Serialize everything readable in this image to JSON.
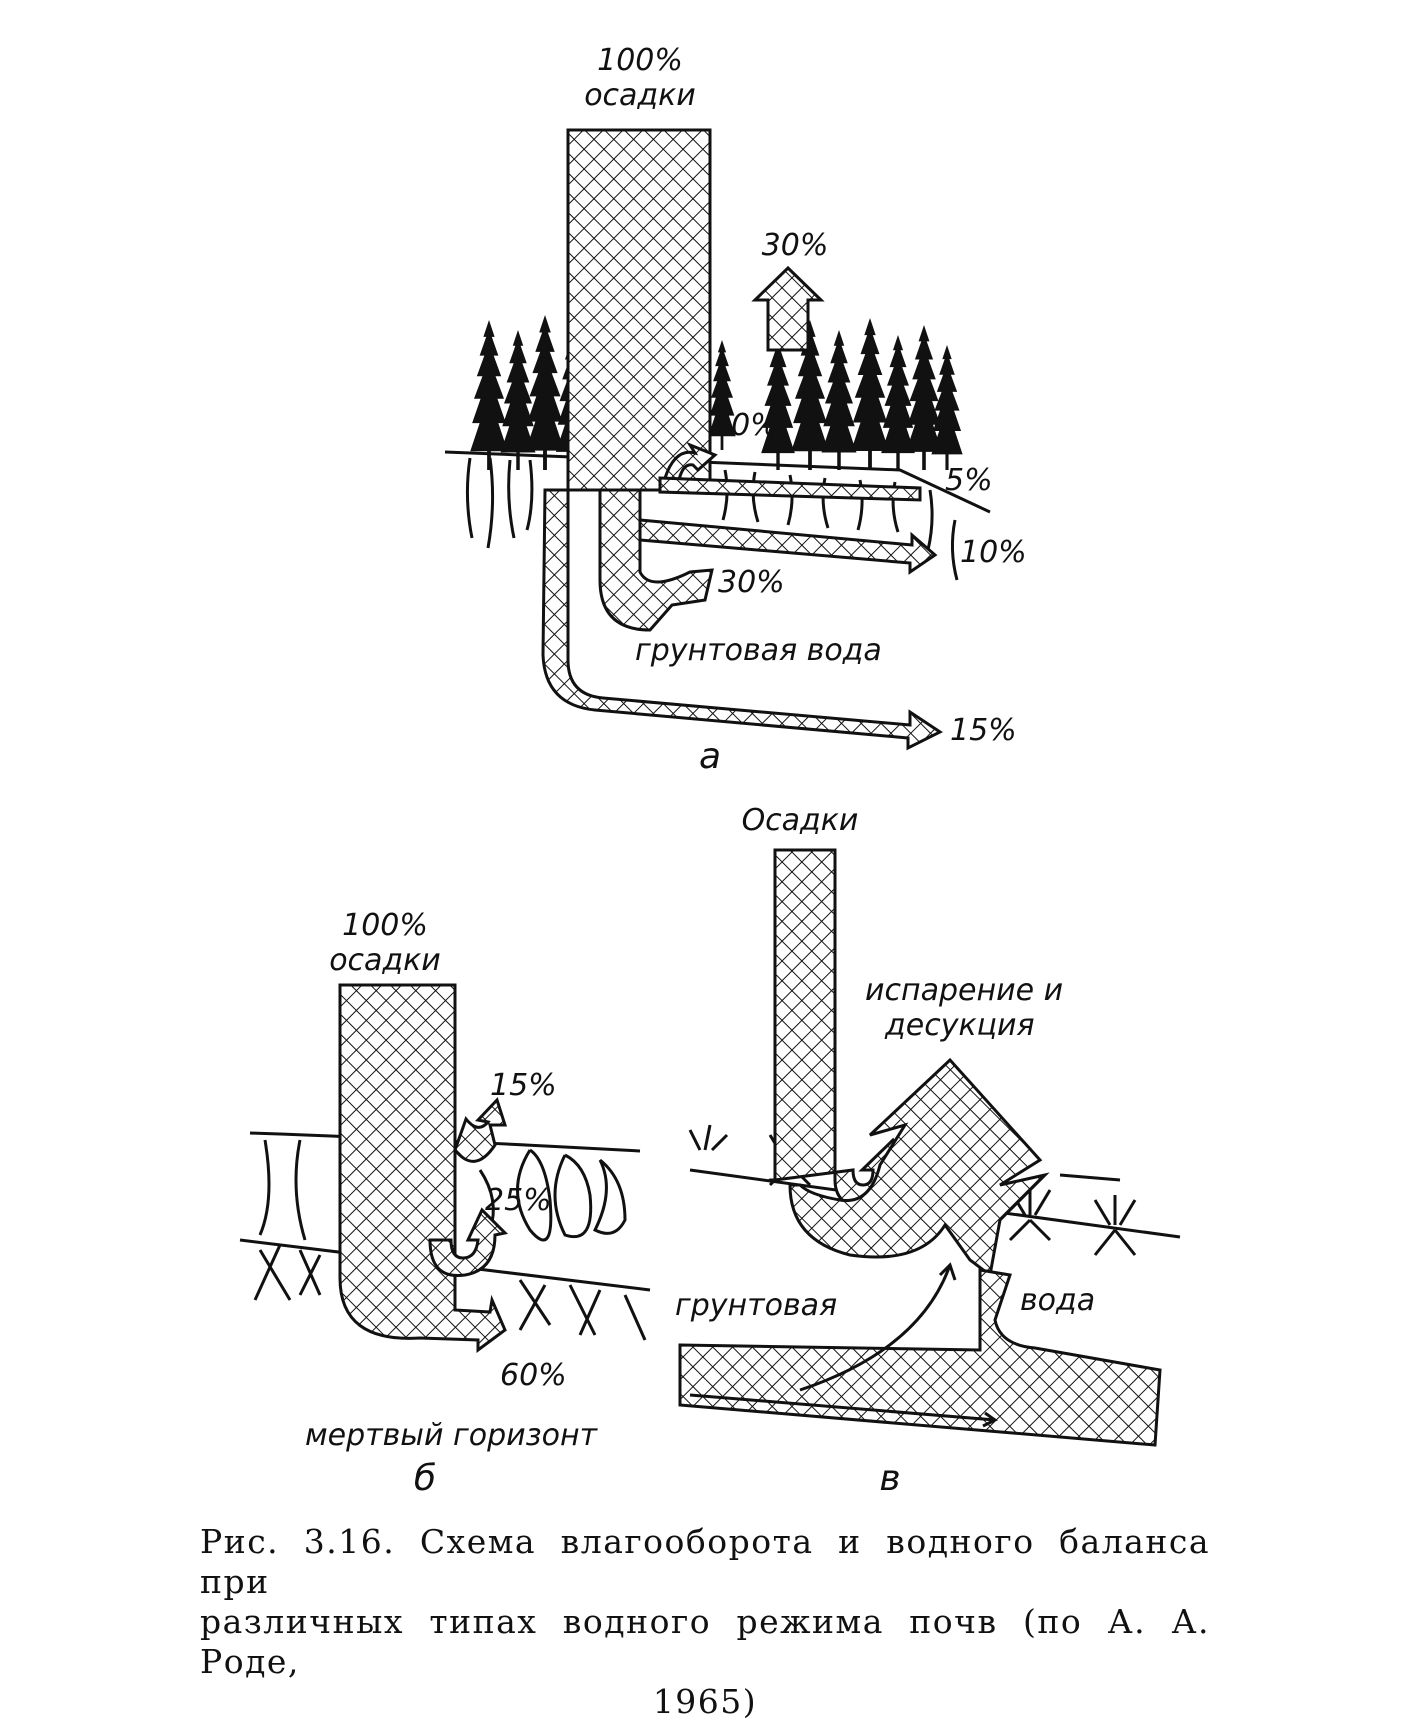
{
  "panel_a": {
    "top_label_pct": "100%",
    "top_label": "осадки",
    "evap_pct": "30%",
    "interception_pct": "10%",
    "surface_runoff_pct": "5%",
    "soil_runoff_pct": "10%",
    "transpiration_pct": "30%",
    "groundwater_label": "грунтовая вода",
    "groundwater_pct": "15%",
    "letter": "а"
  },
  "panel_b": {
    "top_label_pct": "100%",
    "top_label": "осадки",
    "evap_pct": "15%",
    "mid_pct": "25%",
    "bottom_pct": "60%",
    "horizon_label": "мертвый горизонт",
    "letter": "б"
  },
  "panel_v": {
    "top_label": "Осадки",
    "evap_label_line1": "испарение и",
    "evap_label_line2": "десукция",
    "groundwater_left": "грунтовая",
    "groundwater_right": "вода",
    "letter": "в"
  },
  "caption": {
    "line1": "Рис. 3.16. Схема влагооборота и водного баланса при",
    "line2": "различных типах водного режима почв (по А. А. Роде,",
    "line3": "1965)"
  }
}
